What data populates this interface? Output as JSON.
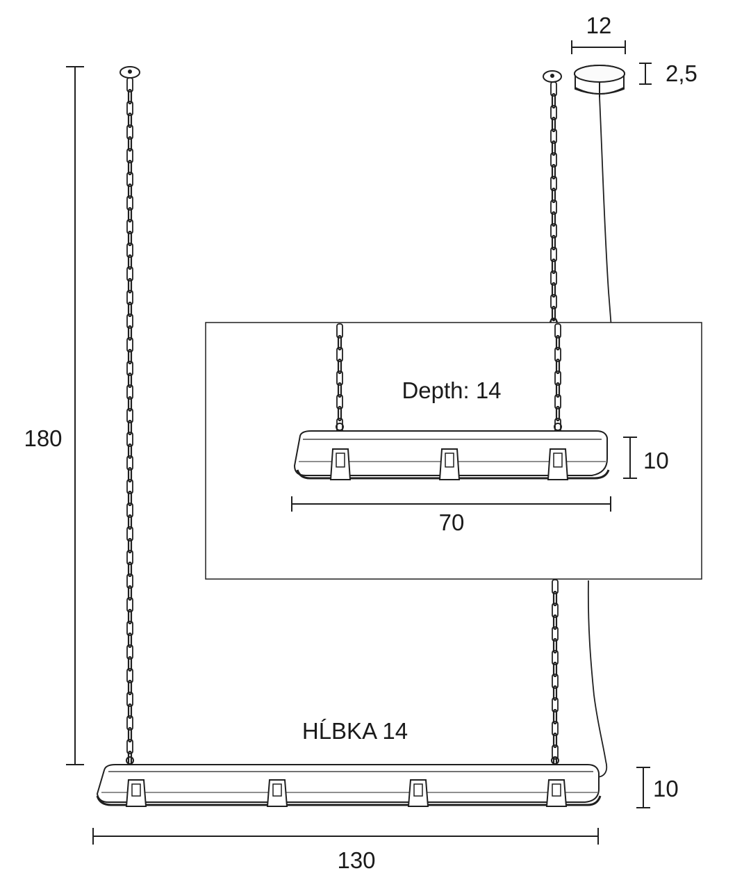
{
  "dimensions": {
    "canopy_width": "12",
    "canopy_height": "2,5",
    "total_height": "180",
    "large_width": "130",
    "large_height": "10",
    "large_depth_label": "HĹBKA 14",
    "small_width": "70",
    "small_height": "10",
    "small_depth_label": "Depth: 14"
  },
  "colors": {
    "ink": "#1f1f1f",
    "lamp_fill": "#ffffff",
    "background": "#ffffff"
  },
  "icons": {
    "chain": "chain-link-icon",
    "canopy": "ceiling-canopy-icon",
    "clip": "lamp-clip-icon"
  }
}
